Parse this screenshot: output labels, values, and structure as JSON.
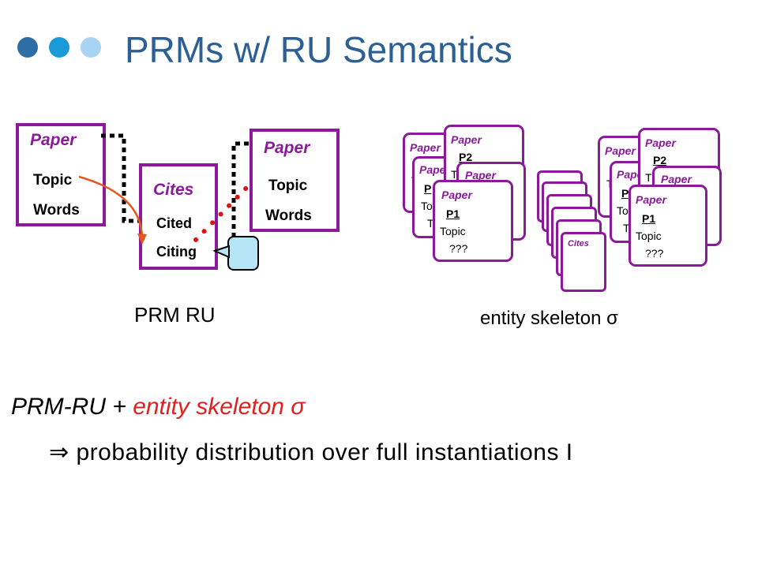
{
  "slide": {
    "title": "PRMs w/ RU Semantics",
    "bullet_colors": [
      "#2e6ea6",
      "#1a9bd7",
      "#a9d3f2"
    ]
  },
  "prm_ru": {
    "paper_left": {
      "class_label": "Paper",
      "attrs": [
        "Topic",
        "Words"
      ]
    },
    "cites": {
      "class_label": "Cites",
      "attrs": [
        "Cited",
        "Citing"
      ]
    },
    "paper_right": {
      "class_label": "Paper",
      "attrs": [
        "Topic",
        "Words"
      ]
    },
    "caption": "PRM RU"
  },
  "skeleton": {
    "paper_label": "Paper",
    "p2": "P2",
    "p1": "P1",
    "topic": "Topic",
    "unknown": "???",
    "cites_label": "Cites",
    "caption": "entity skeleton σ"
  },
  "bottom": {
    "line1_prefix": "PRM-RU + ",
    "line1_highlight": "entity skeleton σ",
    "line2": "⇒ probability distribution over full instantiations I"
  }
}
